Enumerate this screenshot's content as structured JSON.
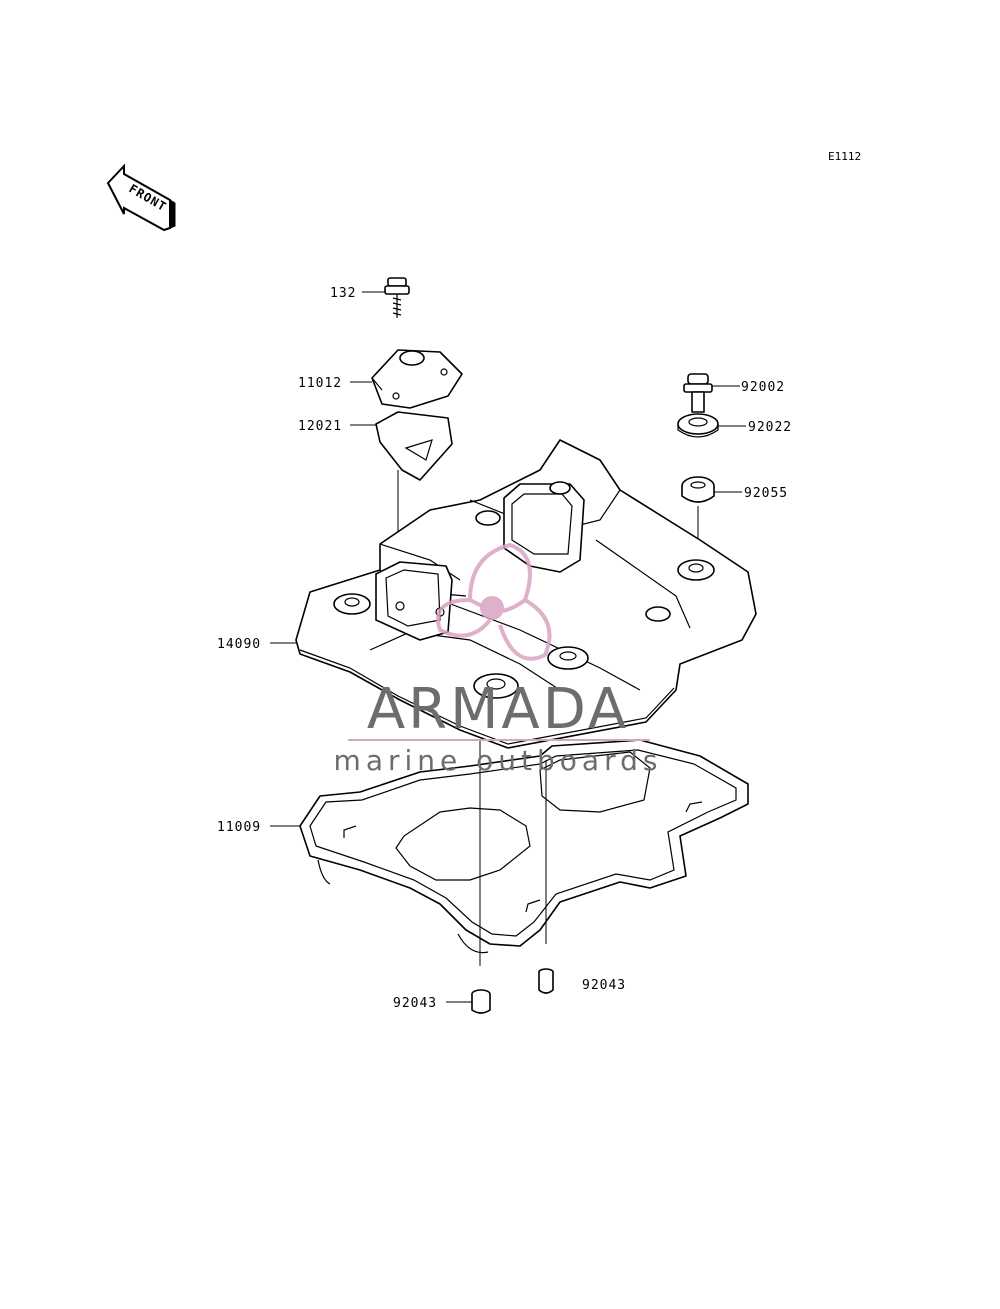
{
  "diagram_code": "E1112",
  "front_label": "FRONT",
  "watermark": {
    "brand": "ARMADA",
    "tagline": "marine outboards",
    "brand_color": "#6d6d6d",
    "logo_color": "#d9a3c1"
  },
  "parts": [
    {
      "id": "132"
    },
    {
      "id": "11012"
    },
    {
      "id": "12021"
    },
    {
      "id": "14090"
    },
    {
      "id": "11009"
    },
    {
      "id": "92002"
    },
    {
      "id": "92022"
    },
    {
      "id": "92055"
    },
    {
      "id": "92043"
    },
    {
      "id": "92043"
    }
  ]
}
